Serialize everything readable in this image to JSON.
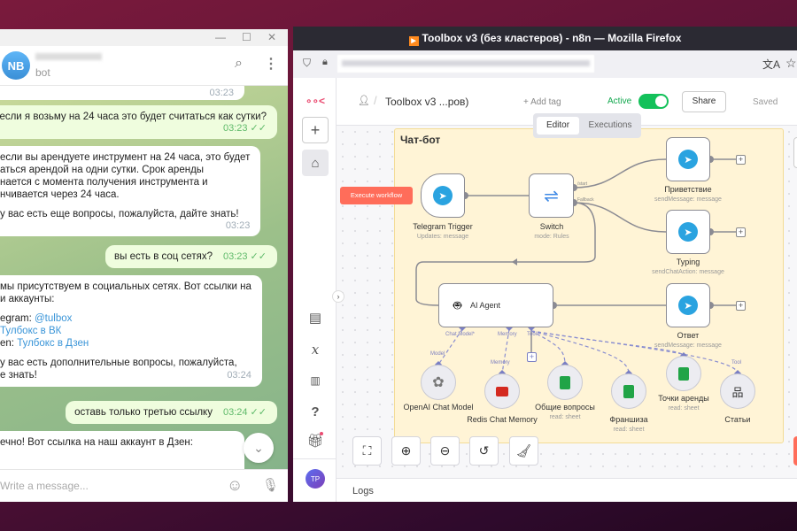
{
  "telegram": {
    "avatar_initials": "NB",
    "chat_subtitle": "bot",
    "input_placeholder": "Write a message...",
    "messages": [
      {
        "dir": "in",
        "lines": [],
        "time": "03:23"
      },
      {
        "dir": "out",
        "lines": [
          "если я возьму на 24 часа это будет считаться как сутки?"
        ],
        "time": "03:23"
      },
      {
        "dir": "in",
        "lines": [
          "если вы арендуете инструмент на 24 часа, это будет",
          "аться арендой на одни сутки. Срок аренды",
          "нается с момента получения инструмента и",
          "нчивается через 24 часа.",
          "",
          "у вас есть еще вопросы, пожалуйста, дайте знать!"
        ],
        "time": "03:23"
      },
      {
        "dir": "out",
        "lines": [
          "вы есть в соц сетях?"
        ],
        "time": "03:23"
      },
      {
        "dir": "in",
        "lines": [
          "мы присутствуем в социальных сетях. Вот ссылки на",
          "и аккаунты:"
        ],
        "links": [
          {
            "prefix": "egram: ",
            "text": "@tulbox"
          },
          {
            "prefix": "",
            "text": "Тулбокс в ВК"
          },
          {
            "prefix": "en: ",
            "text": "Тулбокс в Дзен"
          }
        ],
        "after": [
          "у вас есть дополнительные вопросы, пожалуйста,",
          "е знать!"
        ],
        "time": "03:24"
      },
      {
        "dir": "out",
        "lines": [
          "оставь только третью ссылку"
        ],
        "time": "03:24"
      },
      {
        "dir": "in",
        "lines": [
          "ечно! Вот ссылка на наш аккаунт в Дзен:"
        ]
      }
    ]
  },
  "firefox": {
    "window_title": "Toolbox v3 (без кластеров) - n8n — Mozilla Firefox"
  },
  "n8n": {
    "workflow_name": "Toolbox v3 ...ров)",
    "add_tag": "+ Add tag",
    "active_label": "Active",
    "active": true,
    "share": "Share",
    "saved": "Saved",
    "tabs": [
      "Editor",
      "Executions"
    ],
    "active_tab": "Editor",
    "sticky_title": "Чат-бот",
    "execute_button": "Execute workflow",
    "logs": "Logs",
    "user_initials": "TP",
    "nodes": {
      "trigger": {
        "name": "Telegram Trigger",
        "sub": "Updates: message"
      },
      "switch": {
        "name": "Switch",
        "sub": "mode: Rules",
        "out1": "/start",
        "out2": "Fallback"
      },
      "greet": {
        "name": "Приветствие",
        "sub": "sendMessage: message"
      },
      "typing": {
        "name": "Typing",
        "sub": "sendChatAction: message"
      },
      "agent": {
        "name": "AI Agent",
        "ports": [
          "Chat Model*",
          "Memory",
          "Tool"
        ]
      },
      "answer": {
        "name": "Ответ",
        "sub": "sendMessage: message"
      },
      "openai": {
        "name": "OpenAI Chat Model",
        "port": "Model"
      },
      "redis": {
        "name": "Redis Chat Memory",
        "port": "Memory"
      },
      "faq": {
        "name": "Общие вопросы",
        "sub": "read: sheet"
      },
      "franchise": {
        "name": "Франшиза",
        "sub": "read: sheet"
      },
      "points": {
        "name": "Точки аренды",
        "sub": "read: sheet"
      },
      "articles": {
        "name": "Статьи",
        "port": "Tool"
      }
    },
    "colors": {
      "accent": "#ff6d5a",
      "active": "#13c15a",
      "sticky": "#fff4d6"
    }
  }
}
